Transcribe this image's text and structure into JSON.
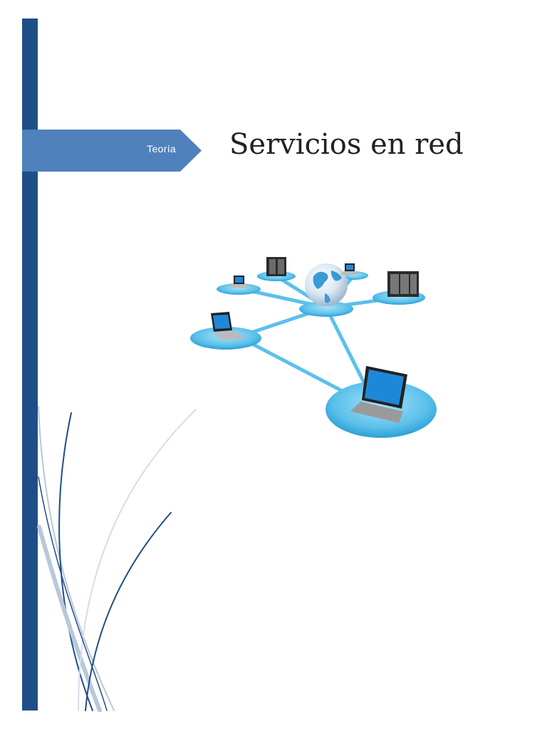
{
  "cover": {
    "category_tag": "Teoría",
    "title": "Servicios en red"
  },
  "colors": {
    "sidebar_bar": "#1f4e87",
    "tag_banner": "#4f81bd",
    "network_platform": "#5bc0eb",
    "curve_dark": "#1f4e87",
    "curve_light": "#b8c7db"
  },
  "illustration": {
    "subject": "network-diagram",
    "icons": [
      "globe-icon",
      "server-icon",
      "laptop-icon"
    ]
  }
}
